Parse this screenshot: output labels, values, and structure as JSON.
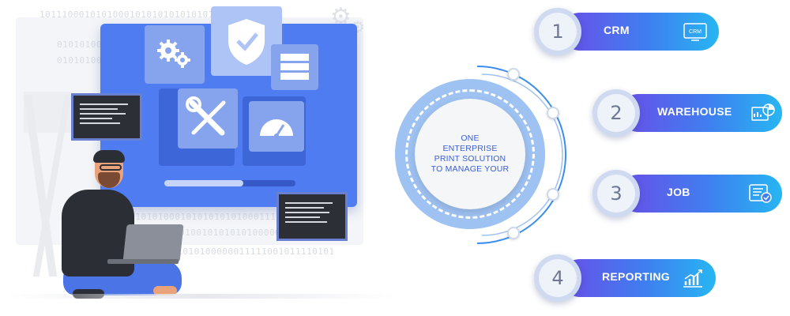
{
  "illustration": {
    "binary_rows": [
      "1011100010101000101010101010101010000",
      "010101000",
      "010101000",
      "0001010100010101010101000111011010100",
      "10101001010010101010100000110101101",
      "101010100000011111001011110101"
    ],
    "progress_fraction": 0.6
  },
  "hub": {
    "lines": [
      "ONE",
      "ENTERPRISE",
      "PRINT SOLUTION",
      "TO MANAGE YOUR"
    ]
  },
  "items": [
    {
      "number": "1",
      "label": "CRM",
      "icon": "crm-icon",
      "icon_text": "CRM"
    },
    {
      "number": "2",
      "label": "WAREHOUSE",
      "icon": "warehouse-chart-icon"
    },
    {
      "number": "3",
      "label": "JOB",
      "icon": "job-checklist-icon"
    },
    {
      "number": "4",
      "label": "REPORTING",
      "icon": "reporting-growth-icon"
    }
  ],
  "colors": {
    "screen": "#4f7cf0",
    "pill_start": "#6a4ee8",
    "pill_end": "#27b6f2",
    "hub_text": "#3a5fd8"
  }
}
